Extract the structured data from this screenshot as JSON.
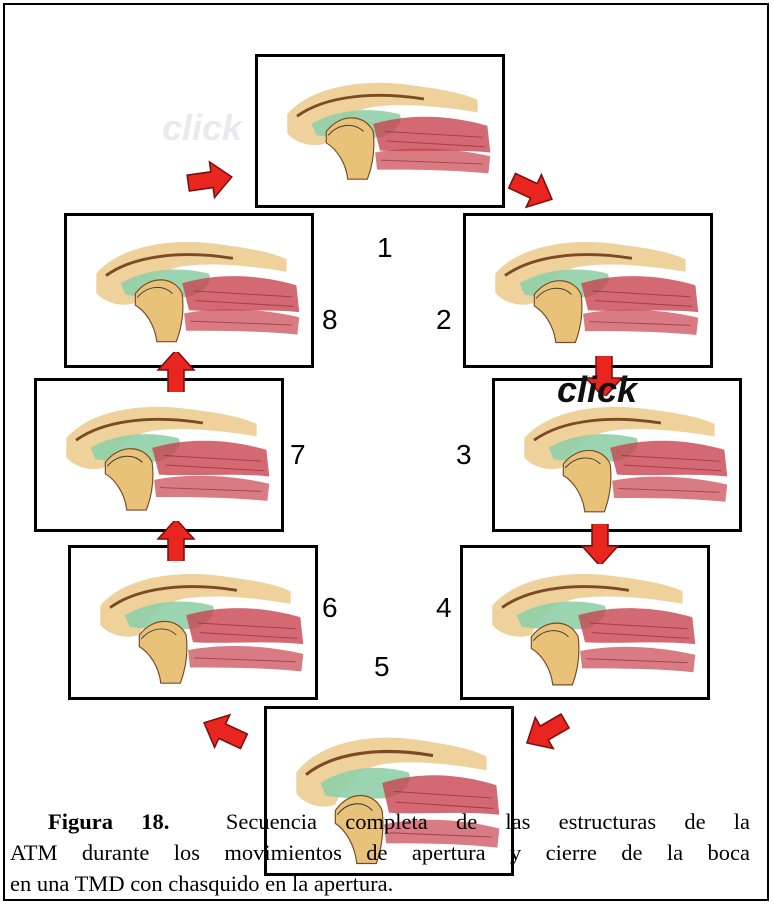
{
  "panels": [
    {
      "id": 1,
      "label": "1"
    },
    {
      "id": 2,
      "label": "2"
    },
    {
      "id": 3,
      "label": "3"
    },
    {
      "id": 4,
      "label": "4"
    },
    {
      "id": 5,
      "label": "5"
    },
    {
      "id": 6,
      "label": "6"
    },
    {
      "id": 7,
      "label": "7"
    },
    {
      "id": 8,
      "label": "8"
    }
  ],
  "annotations": {
    "click_main": "click",
    "click_ghost": "click"
  },
  "caption": {
    "label": "Figura 18.",
    "line1": "Secuencia completa de las estructuras de la",
    "line2": "ATM durante los movimientos de apertura y cierre de la boca",
    "line3": "en una TMD con chasquido en la apertura."
  },
  "colors": {
    "arrow_fill": "#e8251f",
    "bone_tan": "#e9c27a",
    "muscle_red": "#c8434f",
    "disc_green": "#8fcfa8",
    "contour_brown": "#7a4b25"
  }
}
